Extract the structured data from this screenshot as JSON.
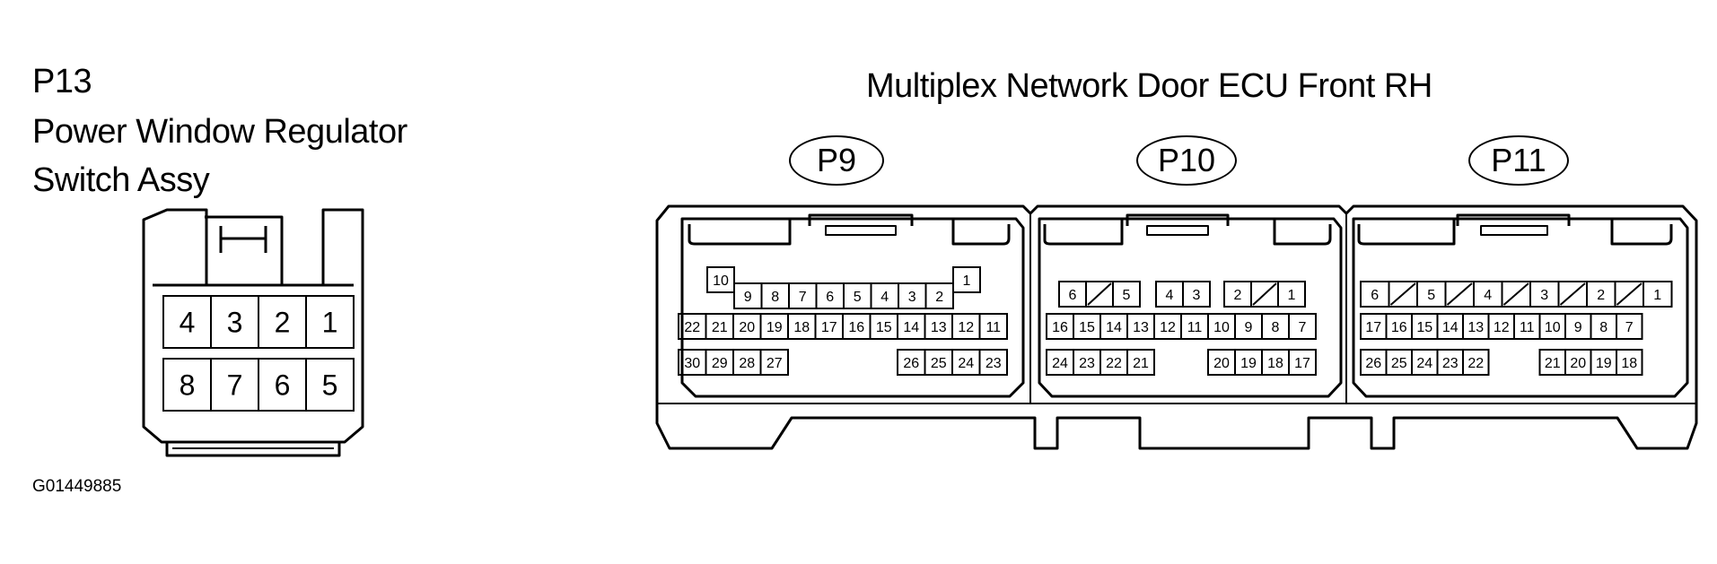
{
  "p13": {
    "code": "P13",
    "name_line1": "Power Window Regulator",
    "name_line2": "Switch Assy",
    "pins_top": [
      "4",
      "3",
      "2",
      "1"
    ],
    "pins_bottom": [
      "8",
      "7",
      "6",
      "5"
    ]
  },
  "ecu": {
    "title": "Multiplex Network Door ECU Front RH",
    "connectors": [
      {
        "label": "P9",
        "row0": [
          "9",
          "8",
          "7",
          "6",
          "5",
          "4",
          "3",
          "2"
        ],
        "row0_extra_left": "10",
        "row0_extra_right": "1",
        "row1": [
          "22",
          "21",
          "20",
          "19",
          "18",
          "17",
          "16",
          "15",
          "14",
          "13",
          "12",
          "11"
        ],
        "row2_left": [
          "30",
          "29",
          "28",
          "27"
        ],
        "row2_right": [
          "26",
          "25",
          "24",
          "23"
        ]
      },
      {
        "label": "P10",
        "row0": [
          "6",
          "",
          "5",
          "4",
          "3",
          "2",
          "",
          "1"
        ],
        "row1": [
          "16",
          "15",
          "14",
          "13",
          "12",
          "11",
          "10",
          "9",
          "8",
          "7"
        ],
        "row2_left": [
          "24",
          "23",
          "22",
          "21"
        ],
        "row2_right": [
          "20",
          "19",
          "18",
          "17"
        ]
      },
      {
        "label": "P11",
        "row0": [
          "6",
          "",
          "5",
          "",
          "4",
          "",
          "3",
          "",
          "2",
          "",
          "1"
        ],
        "row1": [
          "17",
          "16",
          "15",
          "14",
          "13",
          "12",
          "11",
          "10",
          "9",
          "8",
          "7"
        ],
        "row2_left": [
          "26",
          "25",
          "24",
          "23",
          "22"
        ],
        "row2_right": [
          "21",
          "20",
          "19",
          "18"
        ]
      }
    ]
  },
  "figure_id": "G01449885"
}
